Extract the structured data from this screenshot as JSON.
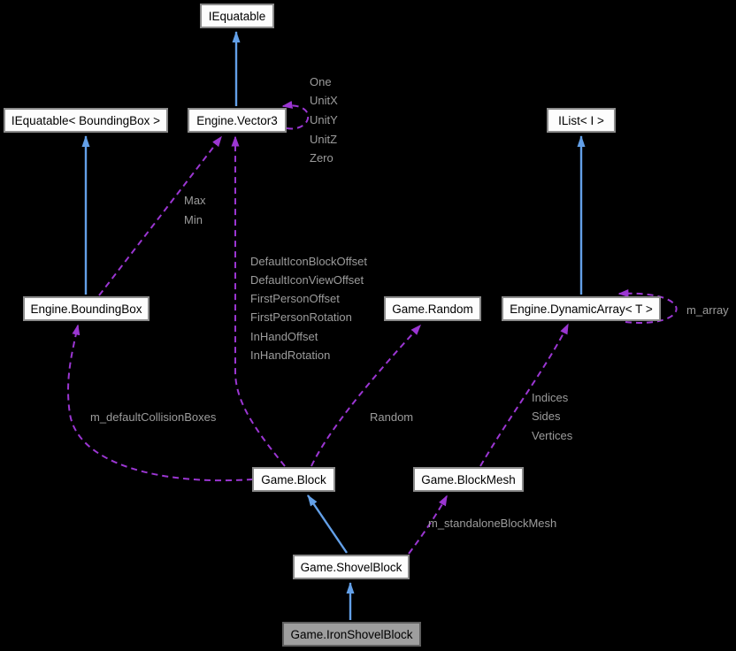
{
  "diagram": {
    "type": "collaboration-graph",
    "background_color": "#000000",
    "colors": {
      "inheritance_edge": "#63a0e8",
      "usage_edge": "#9b36d2",
      "edge_label_text": "#9c9c9c",
      "node_background": "#fdfdfd",
      "node_border": "#8b8b8b",
      "node_text": "#000000",
      "focus_node_background": "#9e9e9e",
      "focus_node_border": "#5f5f5f"
    }
  },
  "nodes": [
    {
      "id": "iequatable",
      "label": "IEquatable"
    },
    {
      "id": "iequatable-boundingbox",
      "label": "IEquatable< BoundingBox >"
    },
    {
      "id": "engine-vector3",
      "label": "Engine.Vector3"
    },
    {
      "id": "ilist",
      "label": "IList< I >"
    },
    {
      "id": "engine-boundingbox",
      "label": "Engine.BoundingBox"
    },
    {
      "id": "game-random",
      "label": "Game.Random"
    },
    {
      "id": "engine-dynamicarray",
      "label": "Engine.DynamicArray< T >"
    },
    {
      "id": "game-block",
      "label": "Game.Block"
    },
    {
      "id": "game-blockmesh",
      "label": "Game.BlockMesh"
    },
    {
      "id": "game-shovelblock",
      "label": "Game.ShovelBlock"
    },
    {
      "id": "game-ironshovelblock",
      "label": "Game.IronShovelBlock"
    }
  ],
  "edge_labels": [
    {
      "text": "One"
    },
    {
      "text": "UnitX"
    },
    {
      "text": "UnitY"
    },
    {
      "text": "UnitZ"
    },
    {
      "text": "Zero"
    },
    {
      "text": "Max"
    },
    {
      "text": "Min"
    },
    {
      "text": "DefaultIconBlockOffset"
    },
    {
      "text": "DefaultIconViewOffset"
    },
    {
      "text": "FirstPersonOffset"
    },
    {
      "text": "FirstPersonRotation"
    },
    {
      "text": "InHandOffset"
    },
    {
      "text": "InHandRotation"
    },
    {
      "text": "m_defaultCollisionBoxes"
    },
    {
      "text": "Random"
    },
    {
      "text": "Indices"
    },
    {
      "text": "Sides"
    },
    {
      "text": "Vertices"
    },
    {
      "text": "m_array"
    },
    {
      "text": "m_standaloneBlockMesh"
    }
  ],
  "edges": [
    {
      "from": "Engine.Vector3",
      "to": "IEquatable",
      "kind": "inheritance"
    },
    {
      "from": "Engine.BoundingBox",
      "to": "IEquatable< BoundingBox >",
      "kind": "inheritance"
    },
    {
      "from": "Engine.DynamicArray< T >",
      "to": "IList< I >",
      "kind": "inheritance"
    },
    {
      "from": "Game.ShovelBlock",
      "to": "Game.Block",
      "kind": "inheritance"
    },
    {
      "from": "Game.IronShovelBlock",
      "to": "Game.ShovelBlock",
      "kind": "inheritance"
    },
    {
      "from": "Engine.BoundingBox",
      "to": "Engine.Vector3",
      "kind": "usage",
      "labels": [
        "Max",
        "Min"
      ]
    },
    {
      "from": "Game.Block",
      "to": "Engine.Vector3",
      "kind": "usage",
      "labels": [
        "DefaultIconBlockOffset",
        "DefaultIconViewOffset",
        "FirstPersonOffset",
        "FirstPersonRotation",
        "InHandOffset",
        "InHandRotation"
      ]
    },
    {
      "from": "Game.Block",
      "to": "Game.Random",
      "kind": "usage",
      "labels": [
        "Random"
      ]
    },
    {
      "from": "Game.Block",
      "to": "Engine.BoundingBox",
      "kind": "usage",
      "labels": [
        "m_defaultCollisionBoxes"
      ]
    },
    {
      "from": "Game.ShovelBlock",
      "to": "Game.BlockMesh",
      "kind": "usage",
      "labels": [
        "m_standaloneBlockMesh"
      ]
    },
    {
      "from": "Game.BlockMesh",
      "to": "Engine.DynamicArray< T >",
      "kind": "usage",
      "labels": [
        "Indices",
        "Sides",
        "Vertices"
      ]
    },
    {
      "from": "Engine.Vector3",
      "to": "Engine.Vector3",
      "kind": "usage",
      "labels": [
        "One",
        "UnitX",
        "UnitY",
        "UnitZ",
        "Zero"
      ]
    },
    {
      "from": "Engine.DynamicArray< T >",
      "to": "Engine.DynamicArray< T >",
      "kind": "usage",
      "labels": [
        "m_array"
      ]
    }
  ]
}
